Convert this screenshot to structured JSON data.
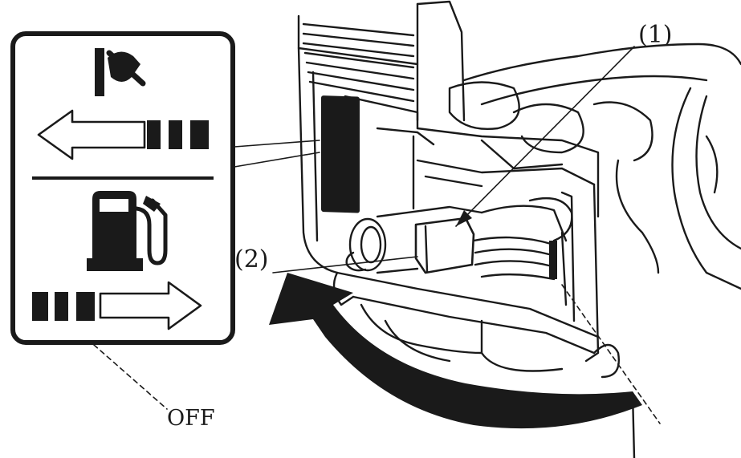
{
  "figure": {
    "callouts": [
      {
        "id": "1",
        "label": "(1)"
      },
      {
        "id": "2",
        "label": "(2)"
      }
    ],
    "off_label": "OFF",
    "icons": {
      "top_symbol": "choke-icon",
      "bottom_symbol": "fuel-pump-icon",
      "left_arrow": "arrow-left-icon",
      "right_arrow": "arrow-right-icon"
    },
    "colors": {
      "ink": "#1a1a1a",
      "paper": "#ffffff"
    }
  }
}
